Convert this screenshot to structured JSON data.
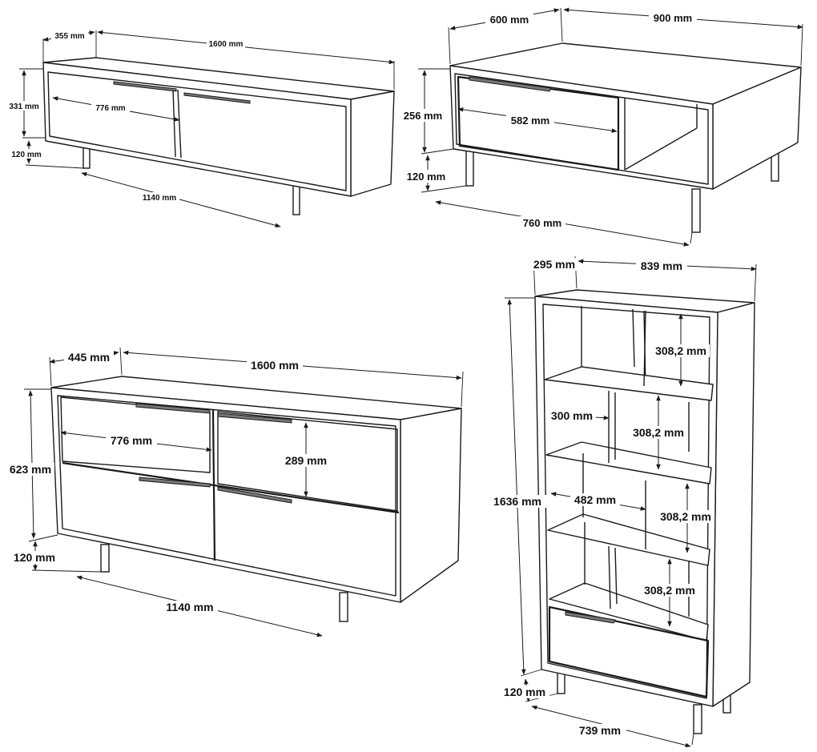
{
  "colors": {
    "line": "#1a1a1a",
    "background": "#ffffff",
    "handle": "#777777"
  },
  "tv_unit": {
    "depth": "355 mm",
    "width": "1600 mm",
    "height": "331 mm",
    "leg_height": "120 mm",
    "door_width": "776 mm",
    "leg_span": "1140 mm"
  },
  "coffee_table": {
    "depth": "600 mm",
    "width": "900 mm",
    "height": "256 mm",
    "drawer_width": "582 mm",
    "leg_height": "120 mm",
    "leg_span": "760 mm"
  },
  "sideboard": {
    "depth": "445 mm",
    "width": "1600 mm",
    "height": "623 mm",
    "drawer_width": "776 mm",
    "drawer_height": "289 mm",
    "leg_height": "120 mm",
    "leg_span": "1140 mm"
  },
  "bookcase": {
    "depth": "295 mm",
    "width": "839 mm",
    "height": "1636 mm",
    "shelf_height_1": "308,2 mm",
    "shelf_width_300": "300 mm",
    "shelf_height_2": "308,2 mm",
    "shelf_width_482": "482 mm",
    "shelf_height_3": "308,2 mm",
    "shelf_height_4": "308,2 mm",
    "leg_height": "120 mm",
    "leg_span": "739 mm"
  }
}
